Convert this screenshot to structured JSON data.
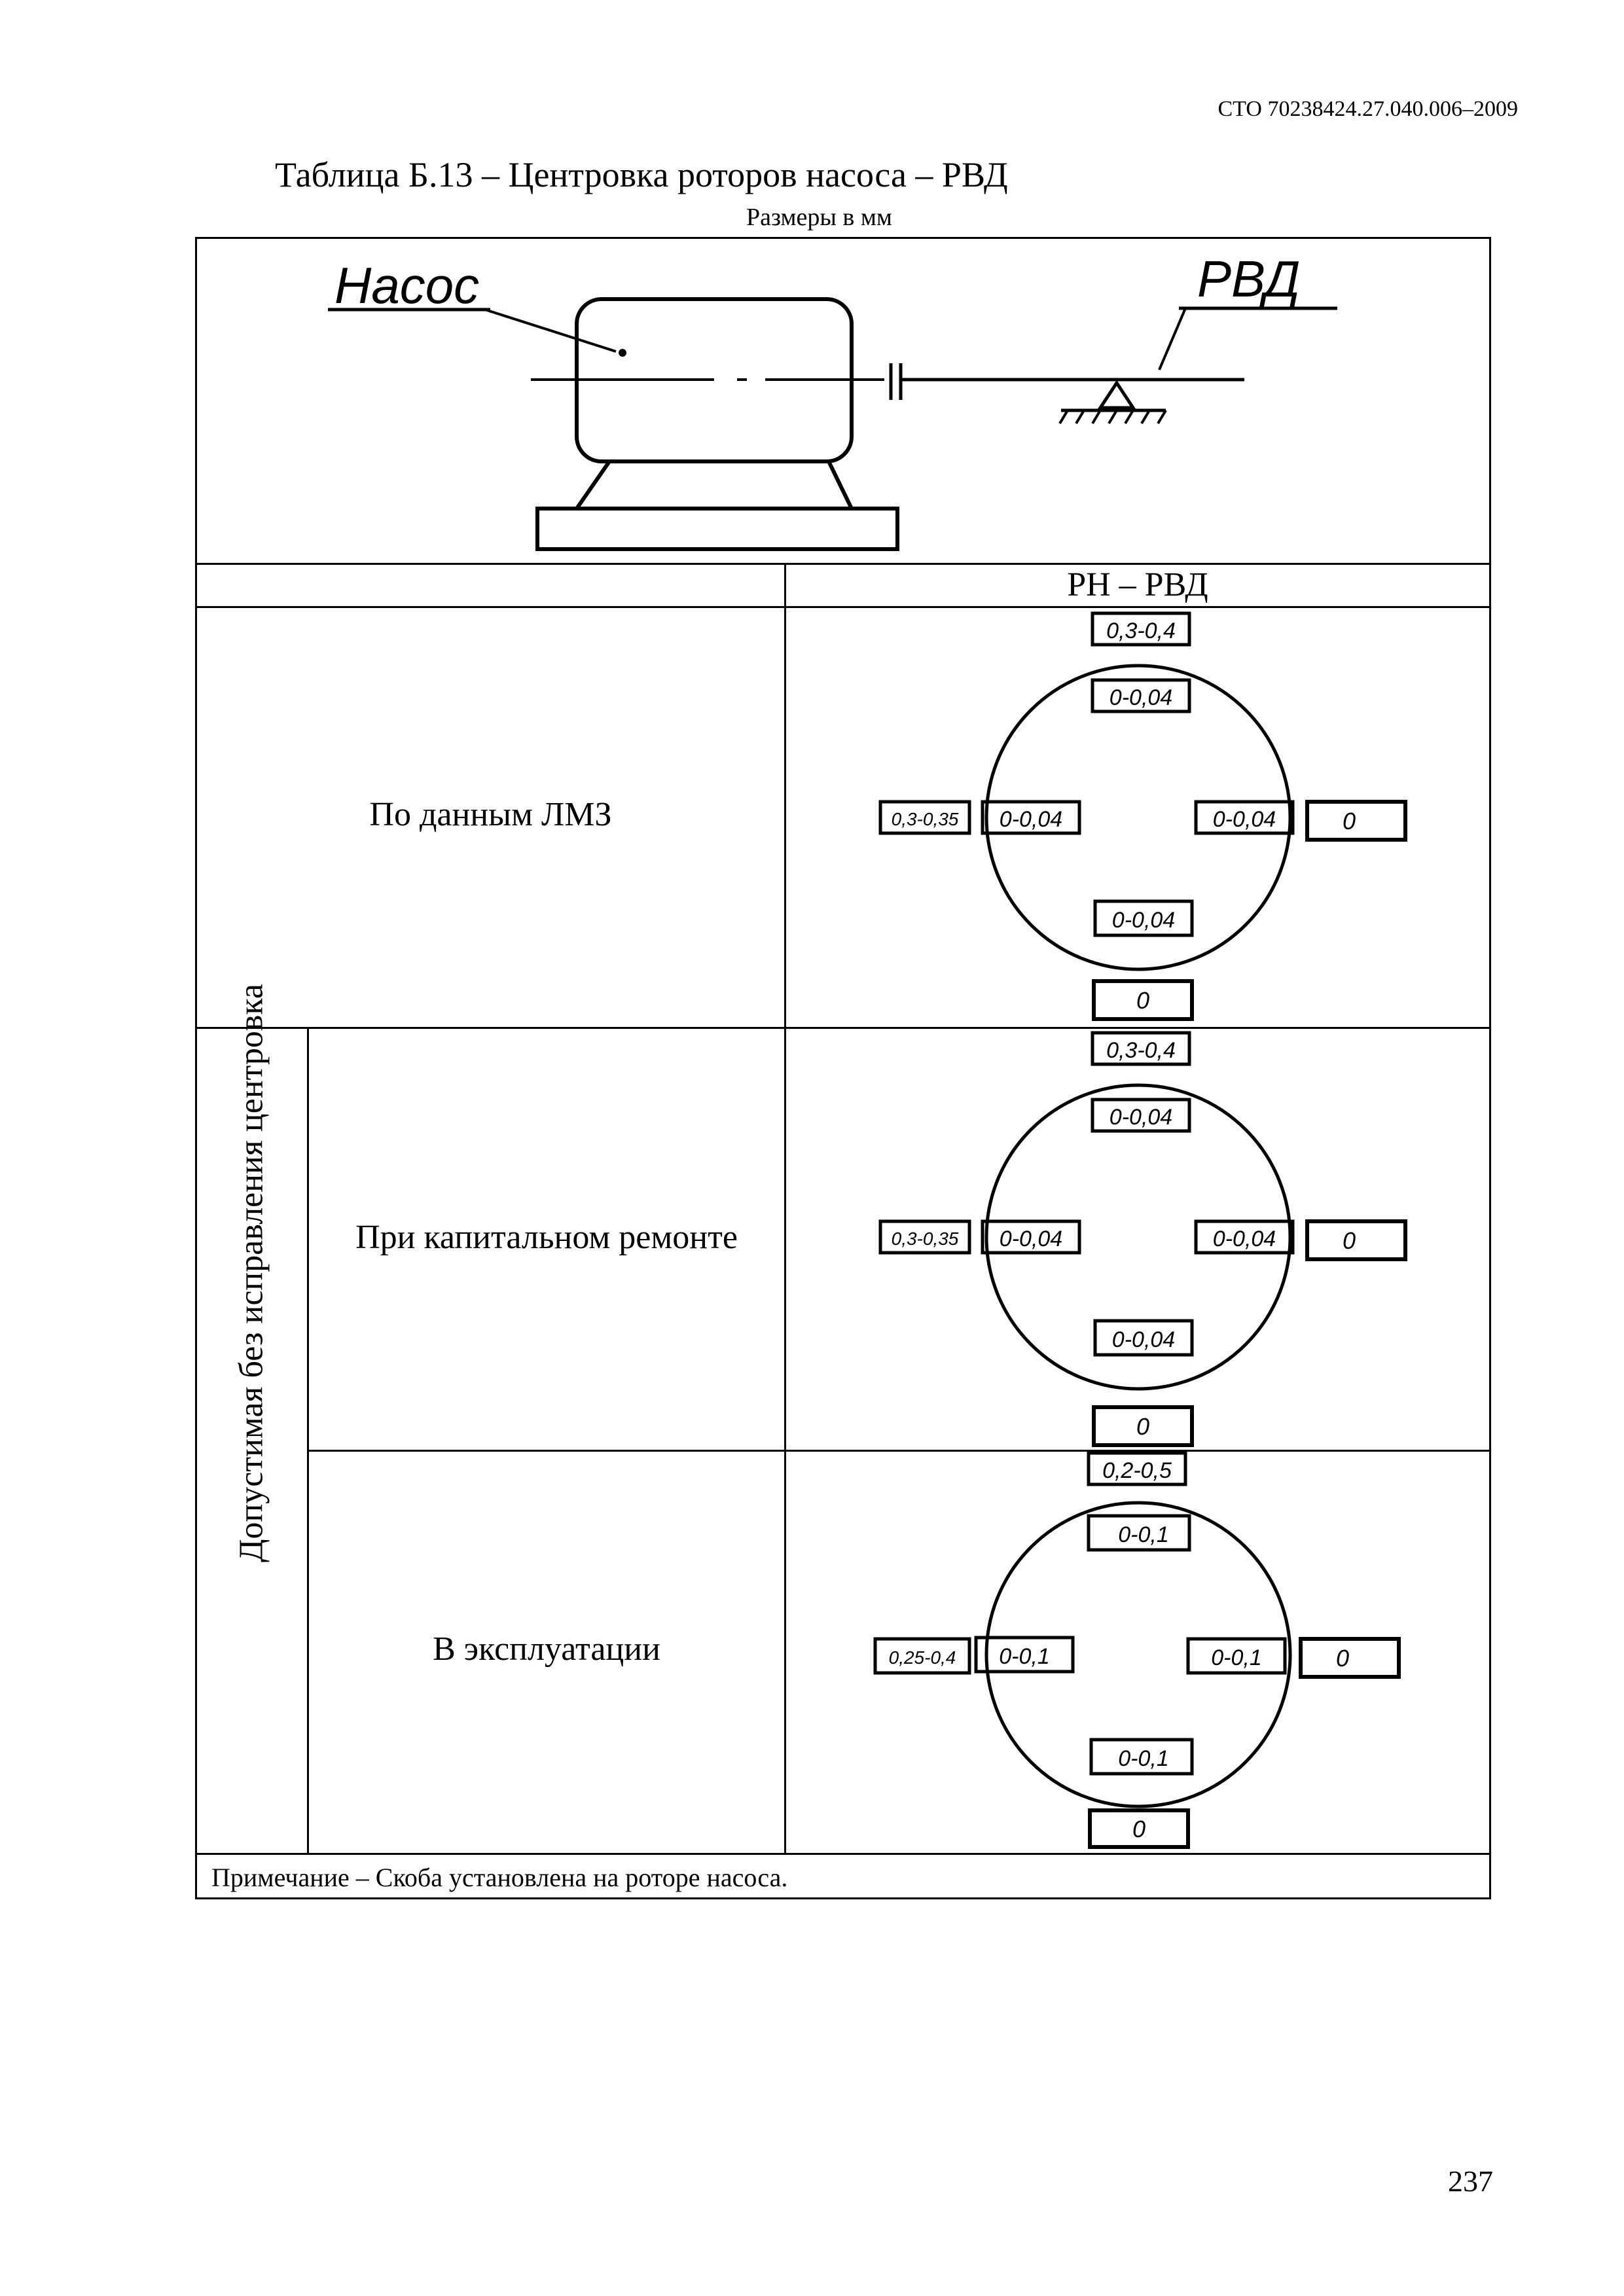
{
  "header": {
    "doc_code": "СТО 70238424.27.040.006–2009"
  },
  "title": "Таблица Б.13 – Центровка роторов насоса – РВД",
  "units": "Размеры в мм",
  "diagram": {
    "pump_label": "Насос",
    "rvd_label": "РВД"
  },
  "table": {
    "column_header": "РН – РВД",
    "group_label": "Допустимая без исправления центровка",
    "rows": [
      {
        "label": "По данным ЛМЗ",
        "values": {
          "outer_top": "0,3-0,4",
          "inner_top": "0-0,04",
          "outer_left": "0,3-0,35",
          "inner_left": "0-0,04",
          "inner_right": "0-0,04",
          "outer_right": "0",
          "inner_bottom": "0-0,04",
          "outer_bottom": "0"
        }
      },
      {
        "label": "При капитальном ремонте",
        "values": {
          "outer_top": "0,3-0,4",
          "inner_top": "0-0,04",
          "outer_left": "0,3-0,35",
          "inner_left": "0-0,04",
          "inner_right": "0-0,04",
          "outer_right": "0",
          "inner_bottom": "0-0,04",
          "outer_bottom": "0"
        }
      },
      {
        "label": "В эксплуатации",
        "values": {
          "outer_top": "0,2-0,5",
          "inner_top": "0-0,1",
          "outer_left": "0,25-0,4",
          "inner_left": "0-0,1",
          "inner_right": "0-0,1",
          "outer_right": "0",
          "inner_bottom": "0-0,1",
          "outer_bottom": "0"
        }
      }
    ],
    "note": "Примечание – Скоба установлена на роторе насоса."
  },
  "page_number": "237"
}
